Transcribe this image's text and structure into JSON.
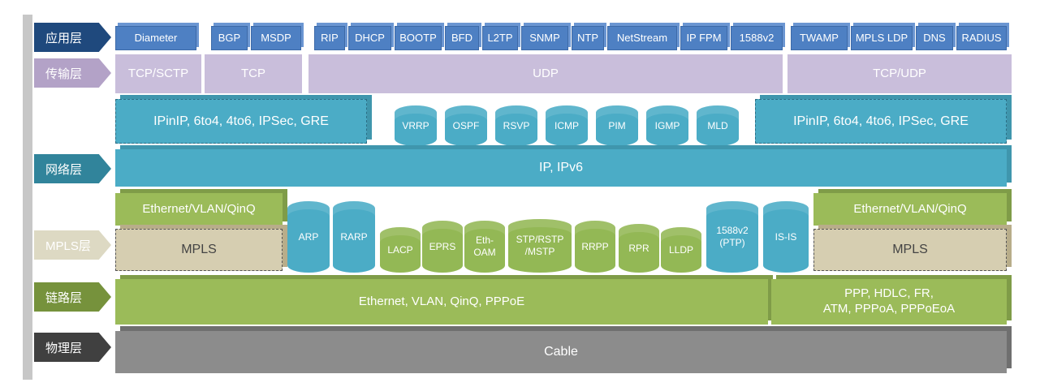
{
  "layers": [
    {
      "label": "应用层",
      "color": "#1f497d"
    },
    {
      "label": "传输层",
      "color": "#b3a2c7"
    },
    {
      "label": "网络层",
      "color": "#31849b"
    },
    {
      "label": "MPLS层",
      "color": "#ddd9c3"
    },
    {
      "label": "链路层",
      "color": "#76923c"
    },
    {
      "label": "物理层",
      "color": "#404040"
    }
  ],
  "application": [
    "Diameter",
    "BGP",
    "MSDP",
    "RIP",
    "DHCP",
    "BOOTP",
    "BFD",
    "L2TP",
    "SNMP",
    "NTP",
    "NetStream",
    "IP FPM",
    "1588v2",
    "TWAMP",
    "MPLS LDP",
    "DNS",
    "RADIUS"
  ],
  "transport": [
    "TCP/SCTP",
    "TCP",
    "UDP",
    "TCP/UDP"
  ],
  "network": {
    "tunnel_left": "IPinIP, 6to4, 4to6, IPSec, GRE",
    "tunnel_right": "IPinIP, 6to4, 4to6, IPSec, GRE",
    "protocols": [
      "VRRP",
      "OSPF",
      "RSVP",
      "ICMP",
      "PIM",
      "IGMP",
      "MLD"
    ],
    "ip": "IP,  IPv6"
  },
  "mpls_area": {
    "ethernet_left": "Ethernet/VLAN/QinQ",
    "ethernet_right": "Ethernet/VLAN/QinQ",
    "mpls_left": "MPLS",
    "mpls_right": "MPLS",
    "protocols": [
      "ARP",
      "RARP",
      "LACP",
      "EPRS",
      "Eth-\nOAM",
      "STP/RSTP\n/MSTP",
      "RRPP",
      "RPR",
      "LLDP",
      "1588v2\n(PTP)",
      "IS-IS"
    ]
  },
  "link": {
    "left": "Ethernet,  VLAN,  QinQ,  PPPoE",
    "right_line1": "PPP,  HDLC,  FR,",
    "right_line2": "ATM,  PPPoA,  PPPoEoA"
  },
  "physical": "Cable"
}
